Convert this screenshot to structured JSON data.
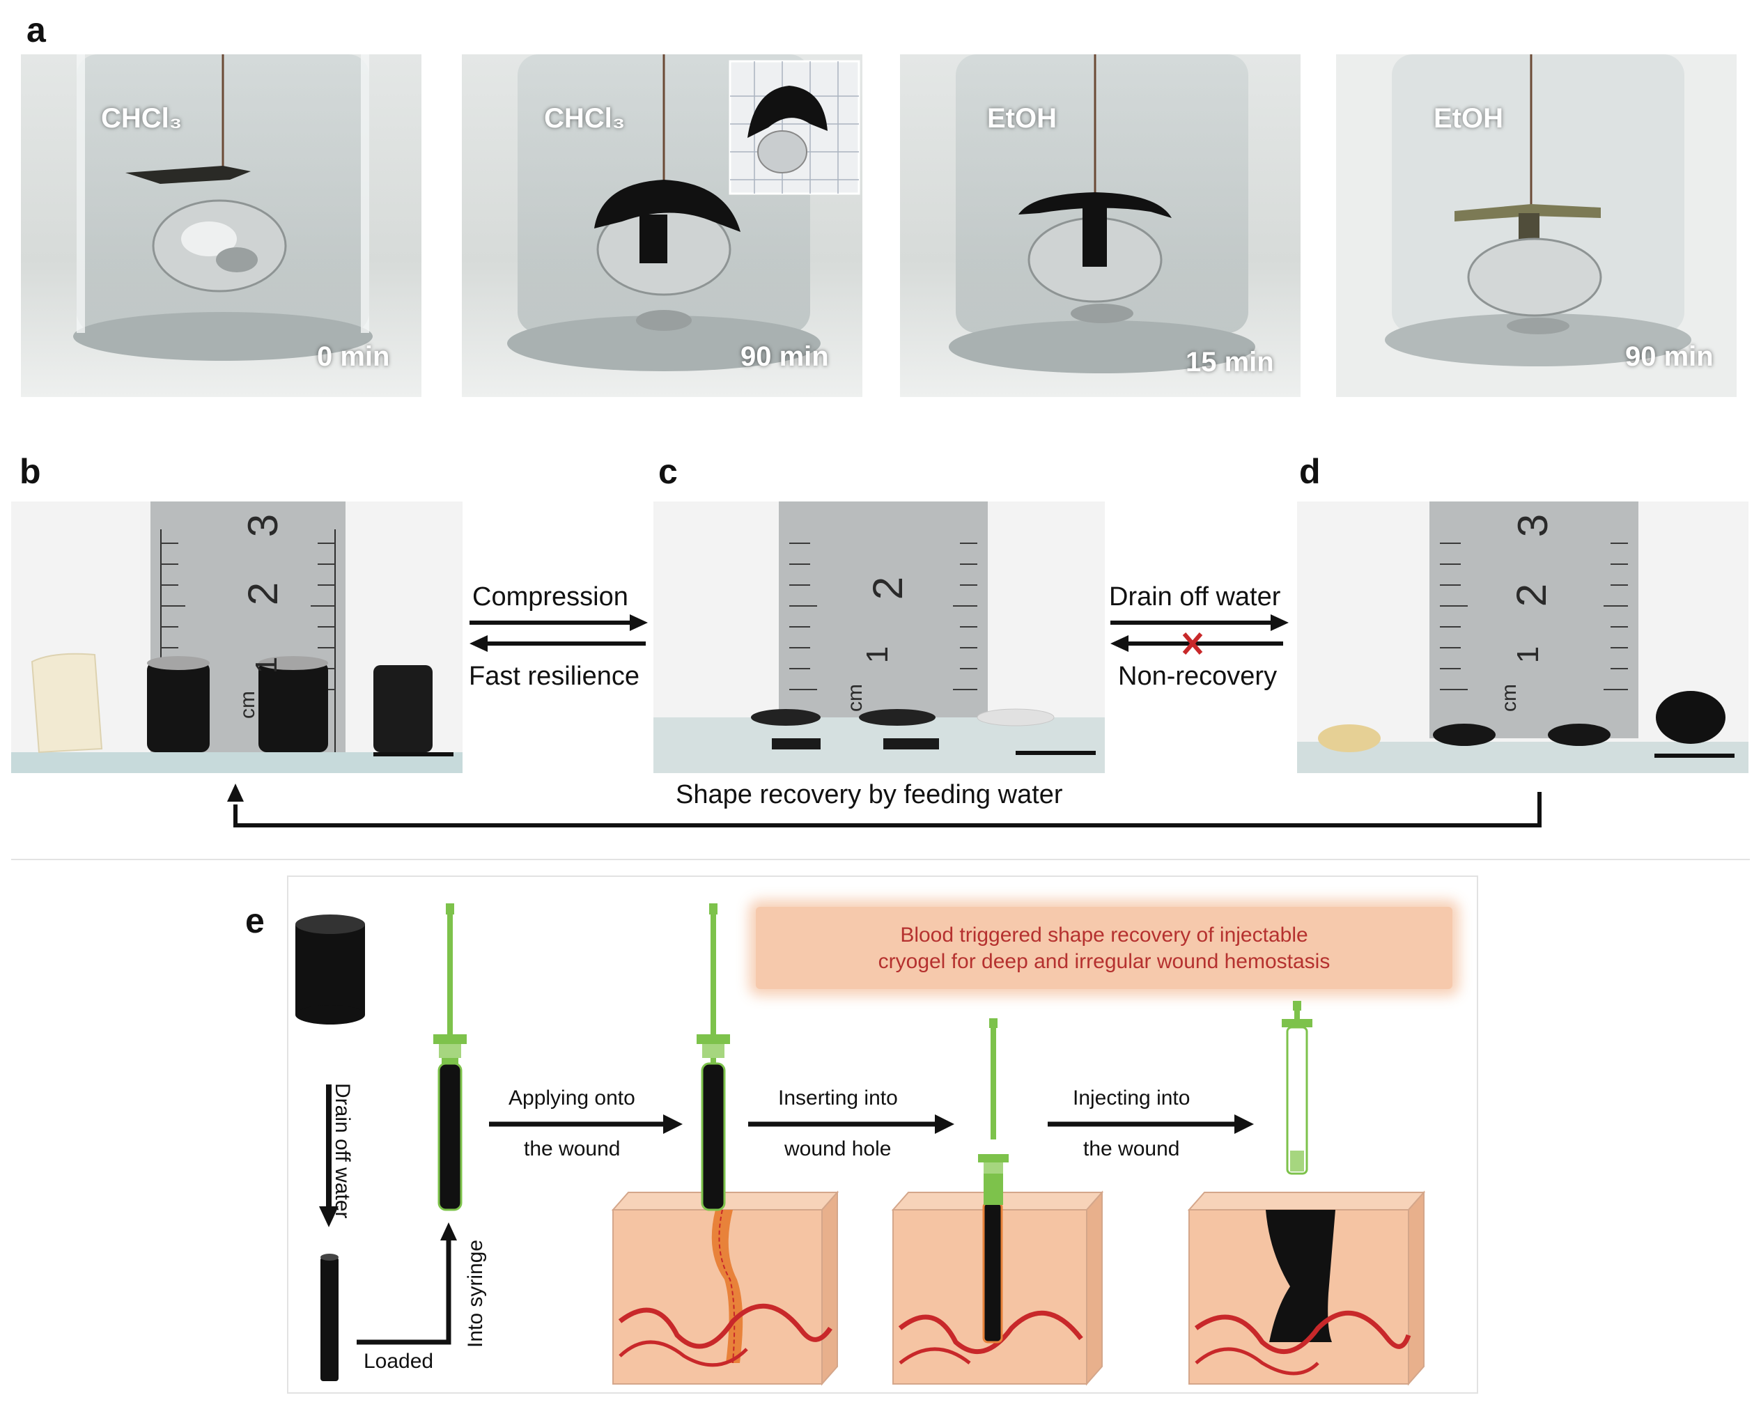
{
  "panel_labels": [
    "a",
    "b",
    "c",
    "d",
    "e"
  ],
  "panel_a": {
    "photos": [
      {
        "solvent": "CHCl₃",
        "time": "0 min"
      },
      {
        "solvent": "CHCl₃",
        "time": "90 min"
      },
      {
        "solvent": "EtOH",
        "time": "15 min"
      },
      {
        "solvent": "EtOH",
        "time": "90 min"
      }
    ]
  },
  "panel_bcd": {
    "ruler_unit": "cm",
    "ruler_ticks": [
      "1",
      "2",
      "3"
    ],
    "compression_label": "Compression",
    "resilience_label": "Fast resilience",
    "drain_label": "Drain off water",
    "nonrecovery_label": "Non-recovery",
    "recovery_label": "Shape recovery by feeding water"
  },
  "panel_e": {
    "banner_line1": "Blood triggered shape recovery of injectable",
    "banner_line2": "cryogel for deep and irregular wound hemostasis",
    "drain_label": "Drain off water",
    "loaded_label": "Loaded",
    "syringe_label": "Into syringe",
    "step1_line1": "Applying onto",
    "step1_line2": "the wound",
    "step2_line1": "Inserting into",
    "step2_line2": "wound hole",
    "step3_line1": "Injecting into",
    "step3_line2": "the wound"
  },
  "colors": {
    "syringe_green": "#7dc24b",
    "tissue": "#f5c4a3",
    "vessel_red": "#c8282a",
    "banner": "#f6c9ac",
    "banner_text": "#b5312f",
    "gel_black": "#111111"
  }
}
